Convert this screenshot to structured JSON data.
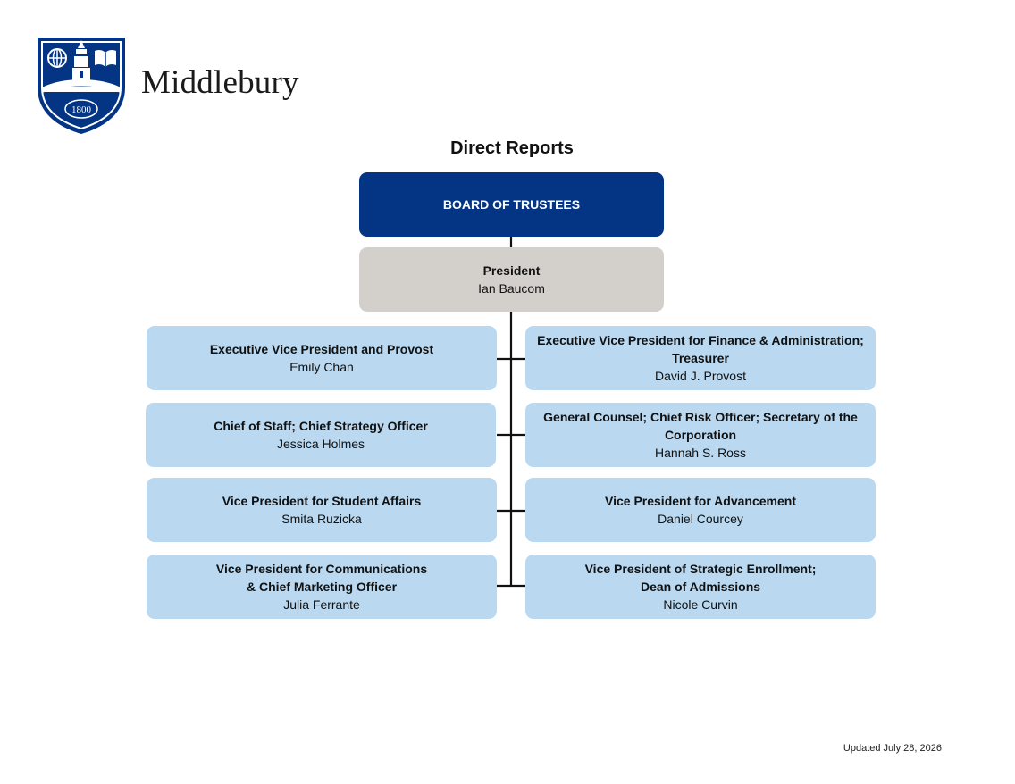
{
  "header": {
    "wordmark": "Middlebury",
    "seal_year": "1800"
  },
  "chart": {
    "title": "Direct Reports",
    "board": {
      "title": "BOARD OF TRUSTEES"
    },
    "president": {
      "title": "President",
      "name": "Ian Baucom"
    },
    "left_reports": [
      {
        "title": "Executive Vice President and Provost",
        "name": "Emily Chan"
      },
      {
        "title": "Chief of Staff; Chief Strategy Officer",
        "name": "Jessica Holmes"
      },
      {
        "title": "Vice President for Student Affairs",
        "name": "Smita Ruzicka"
      },
      {
        "title": "Vice President for Communications\n& Chief Marketing Officer",
        "name": "Julia Ferrante"
      }
    ],
    "right_reports": [
      {
        "title": "Executive Vice President for Finance & Administration;\nTreasurer",
        "name": "David J. Provost"
      },
      {
        "title": "General Counsel; Chief Risk Officer; Secretary of the\nCorporation",
        "name": "Hannah S. Ross"
      },
      {
        "title": "Vice President for Advancement",
        "name": "Daniel Courcey"
      },
      {
        "title": "Vice President of Strategic Enrollment;\nDean of Admissions",
        "name": "Nicole Curvin"
      }
    ]
  },
  "footer": {
    "updated": "Updated July 28, 2026"
  },
  "colors": {
    "board_blue": "#043585",
    "president_gray": "#d3d0cb",
    "report_blue": "#bad8ef"
  }
}
